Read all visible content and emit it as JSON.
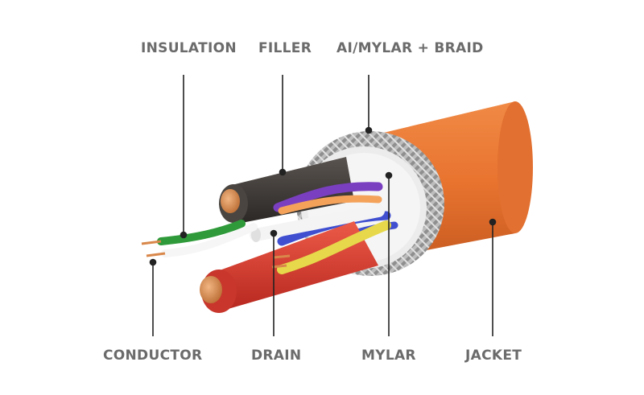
{
  "labels": {
    "insulation": "INSULATION",
    "filler": "FILLER",
    "braid": "AI/MYLAR + BRAID",
    "conductor": "CONDUCTOR",
    "drain": "DRAIN",
    "mylar": "MYLAR",
    "jacket": "JACKET"
  },
  "colors": {
    "jacket": "#e8732f",
    "copper": "#d9874a",
    "filler": "#3a3633",
    "red": "#d93a30",
    "green": "#2f9a3a",
    "purple": "#7a3fc0",
    "blue": "#3f4fd0",
    "yellow": "#e6d84a",
    "braid": "#a9a9a9",
    "leader": "#222222",
    "text": "#6b6b6b"
  }
}
